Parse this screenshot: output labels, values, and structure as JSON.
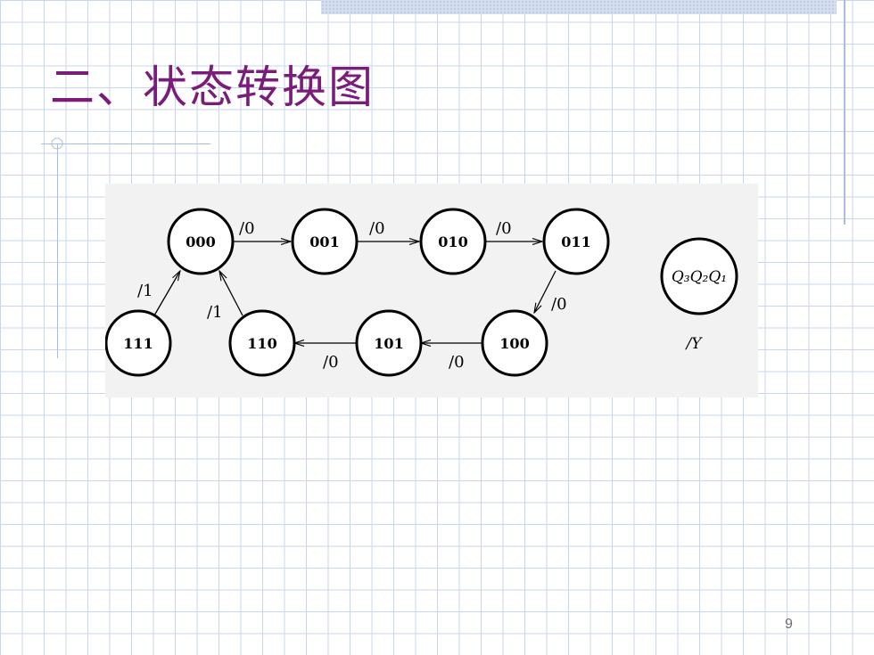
{
  "title": "二、状态转换图",
  "page_number": "9",
  "diagram": {
    "states": [
      {
        "id": "000",
        "label": "000"
      },
      {
        "id": "001",
        "label": "001"
      },
      {
        "id": "010",
        "label": "010"
      },
      {
        "id": "011",
        "label": "011"
      },
      {
        "id": "100",
        "label": "100"
      },
      {
        "id": "101",
        "label": "101"
      },
      {
        "id": "110",
        "label": "110"
      },
      {
        "id": "111",
        "label": "111"
      }
    ],
    "transitions": [
      {
        "from": "000",
        "to": "001",
        "label": "/0"
      },
      {
        "from": "001",
        "to": "010",
        "label": "/0"
      },
      {
        "from": "010",
        "to": "011",
        "label": "/0"
      },
      {
        "from": "011",
        "to": "100",
        "label": "/0"
      },
      {
        "from": "100",
        "to": "101",
        "label": "/0"
      },
      {
        "from": "101",
        "to": "110",
        "label": "/0"
      },
      {
        "from": "110",
        "to": "000",
        "label": "/1"
      },
      {
        "from": "111",
        "to": "000",
        "label": "/1"
      }
    ],
    "key": {
      "state_label": "Q₃Q₂Q₁",
      "output_label": "/Y"
    }
  }
}
